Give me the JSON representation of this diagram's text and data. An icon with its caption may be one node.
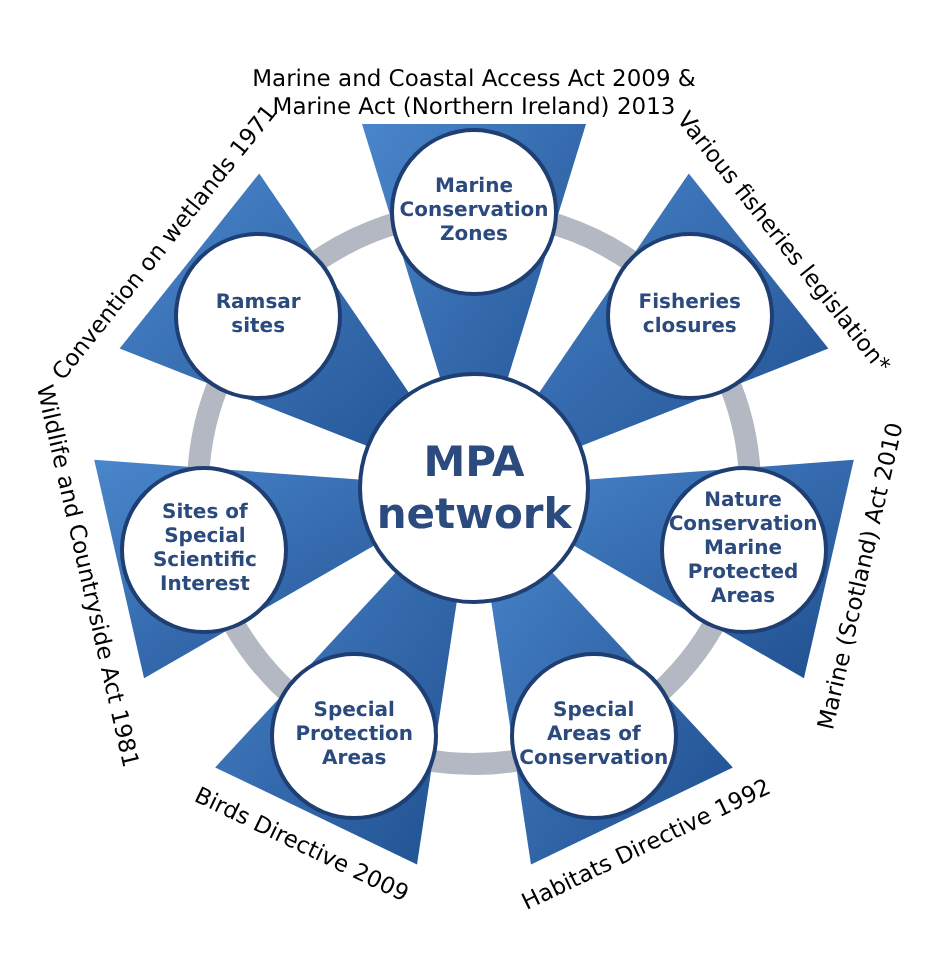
{
  "diagram": {
    "nodes": [
      {
        "text": [
          "MPA network"
        ]
      },
      {
        "text": [
          "Marine Conservation Zones"
        ],
        "beside": [
          "Marine and Coastal Access Act 2009 & Marine Act (Northern Ireland) 2013"
        ]
      },
      {
        "text": [
          "Fisheries closures"
        ],
        "beside": [
          "Various fisheries legislation*"
        ]
      },
      {
        "text": [
          "Nature Conservation Marine Protected Areas"
        ],
        "beside": [
          "Marine (Scotland) Act 2010"
        ]
      },
      {
        "text": [
          "Special Areas of Conservation"
        ],
        "beside": [
          "Habitats Directive 1992"
        ]
      },
      {
        "text": [
          "Special Protection Areas"
        ],
        "beside": [
          "Birds Directive 2009"
        ]
      },
      {
        "text": [
          "Sites of Special Scientific Interest"
        ],
        "beside": [
          "Wildlife and Countryside Act 1981"
        ]
      },
      {
        "text": [
          "Ramsar sites"
        ],
        "beside": [
          "Convention on wetlands 1971"
        ]
      }
    ]
  }
}
